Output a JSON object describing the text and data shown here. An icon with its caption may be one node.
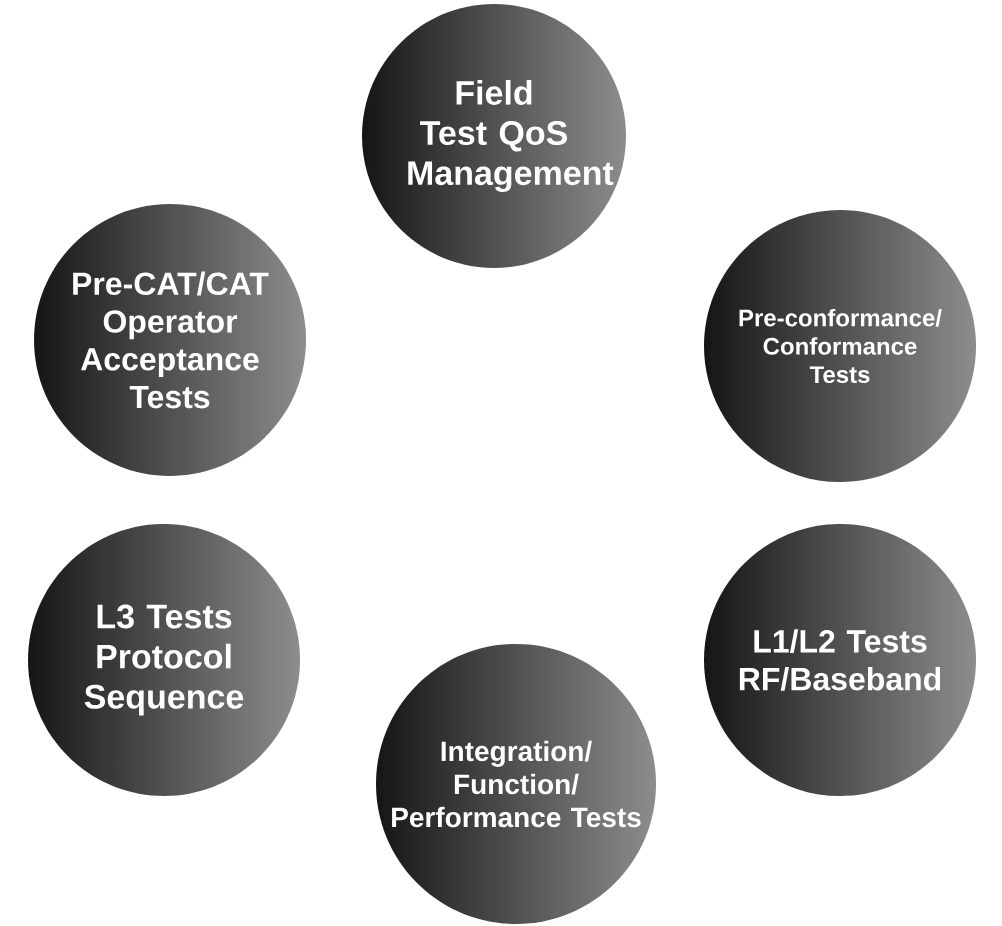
{
  "diagram": {
    "nodes": [
      {
        "text": [
          "Field Test QoS Management"
        ]
      },
      {
        "text": [
          "Pre-CAT/CAT Operator Acceptance Tests"
        ]
      },
      {
        "text": [
          "Pre-conformance/ Conformance Tests"
        ]
      },
      {
        "text": [
          "L3 Tests Protocol Sequence"
        ]
      },
      {
        "text": [
          "Integration/ Function/ Performance Tests"
        ]
      },
      {
        "text": [
          "L1/L2 Tests RF/Baseband"
        ]
      }
    ]
  }
}
